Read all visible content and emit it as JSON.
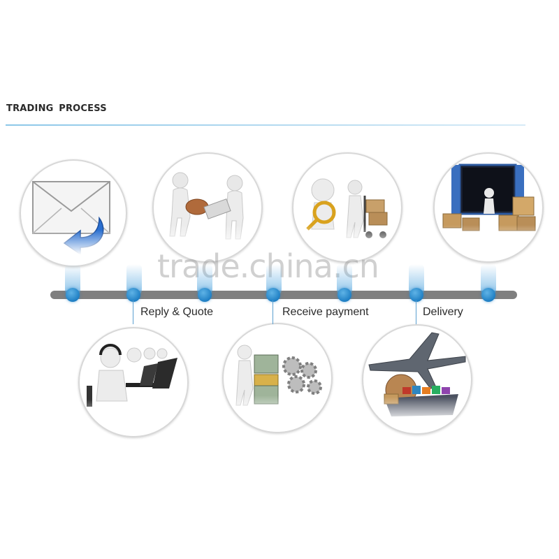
{
  "header": {
    "title": "TRADING PROCESS"
  },
  "steps": [
    {
      "label": "Reply & Quote"
    },
    {
      "label": "Receive payment"
    },
    {
      "label": "Delivery"
    }
  ],
  "illustrations": [
    "inquiry-email-icon",
    "sample-handover-illustration",
    "order-inspection-illustration",
    "container-loading-illustration",
    "customer-service-illustration",
    "payment-production-illustration",
    "air-sea-shipping-illustration"
  ],
  "watermark": "trade.china.cn",
  "colors": {
    "dot": "#1f7fc4",
    "bar": "#7f7f7f",
    "rule": "#8cc7e8"
  }
}
